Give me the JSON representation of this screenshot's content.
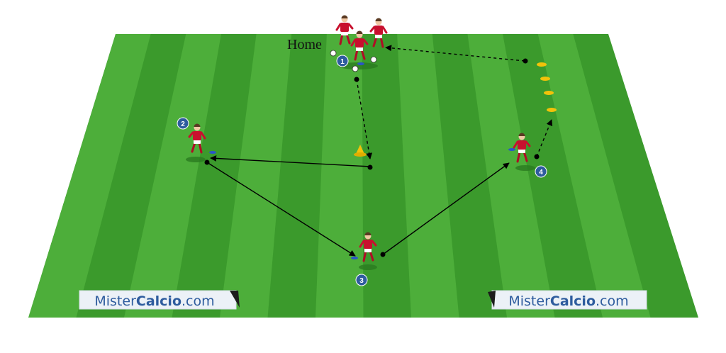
{
  "diagram": {
    "home_label": "Home",
    "player_numbers": [
      "1",
      "2",
      "3",
      "4"
    ],
    "banners": [
      {
        "prefix": "Mister",
        "highlight": "Calcio",
        "suffix": ".com"
      },
      {
        "prefix": "Mister",
        "highlight": "Calcio",
        "suffix": ".com"
      }
    ]
  },
  "colors": {
    "field_dark": "#3b9a2c",
    "field_light": "#4dae3a",
    "shirt": "#c8102e",
    "number_badge": "#2e5c9e",
    "cone_yellow": "#f2c20a",
    "banner_bg": "#ecf1f7",
    "banner_text": "#2e5c9e"
  }
}
